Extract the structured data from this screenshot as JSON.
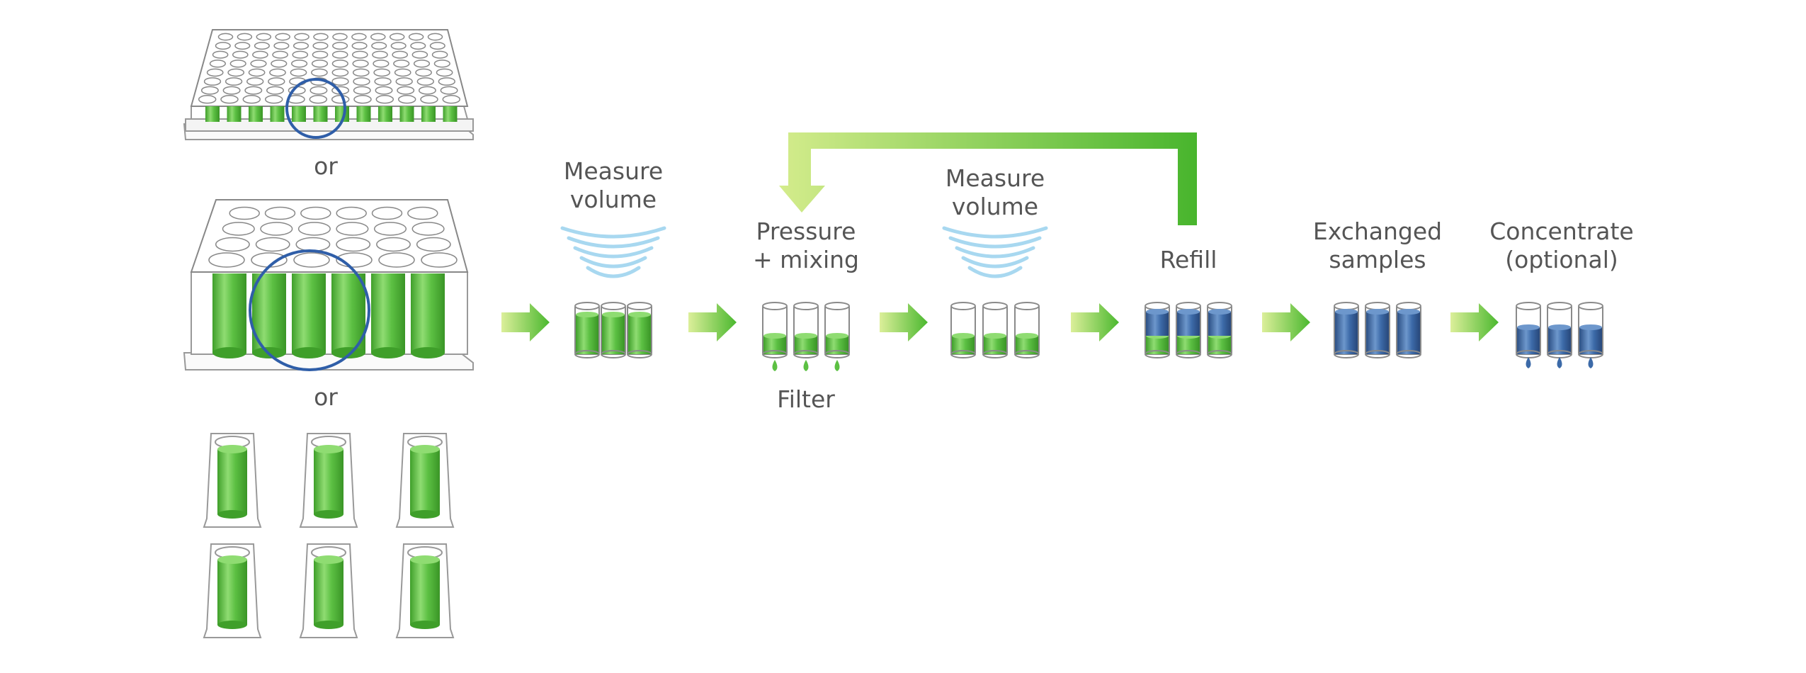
{
  "separators": [
    "or",
    "or"
  ],
  "steps": {
    "measure_volume_1": [
      "Measure",
      "volume"
    ],
    "pressure_mixing": [
      "Pressure",
      "+ mixing"
    ],
    "filter": "Filter",
    "measure_volume_2": [
      "Measure",
      "volume"
    ],
    "refill": "Refill",
    "exchanged_samples": [
      "Exchanged",
      "samples"
    ],
    "concentrate": [
      "Concentrate",
      "(optional)"
    ]
  },
  "colors": {
    "green_light": "#d4ec8c",
    "green_dark": "#4bb82f",
    "sample_green": "#5cc043",
    "exchanged_blue": "#3c6aa8",
    "highlight_circle": "#2f5ea8",
    "sensor_wave": "#a8d8f0",
    "text": "#555555"
  },
  "icons": [
    "96-well-plate-icon",
    "24-well-plate-icon",
    "single-tube-icon",
    "step-arrow-icon",
    "sensor-wave-icon",
    "droplet-icon",
    "loop-arrow-icon"
  ]
}
